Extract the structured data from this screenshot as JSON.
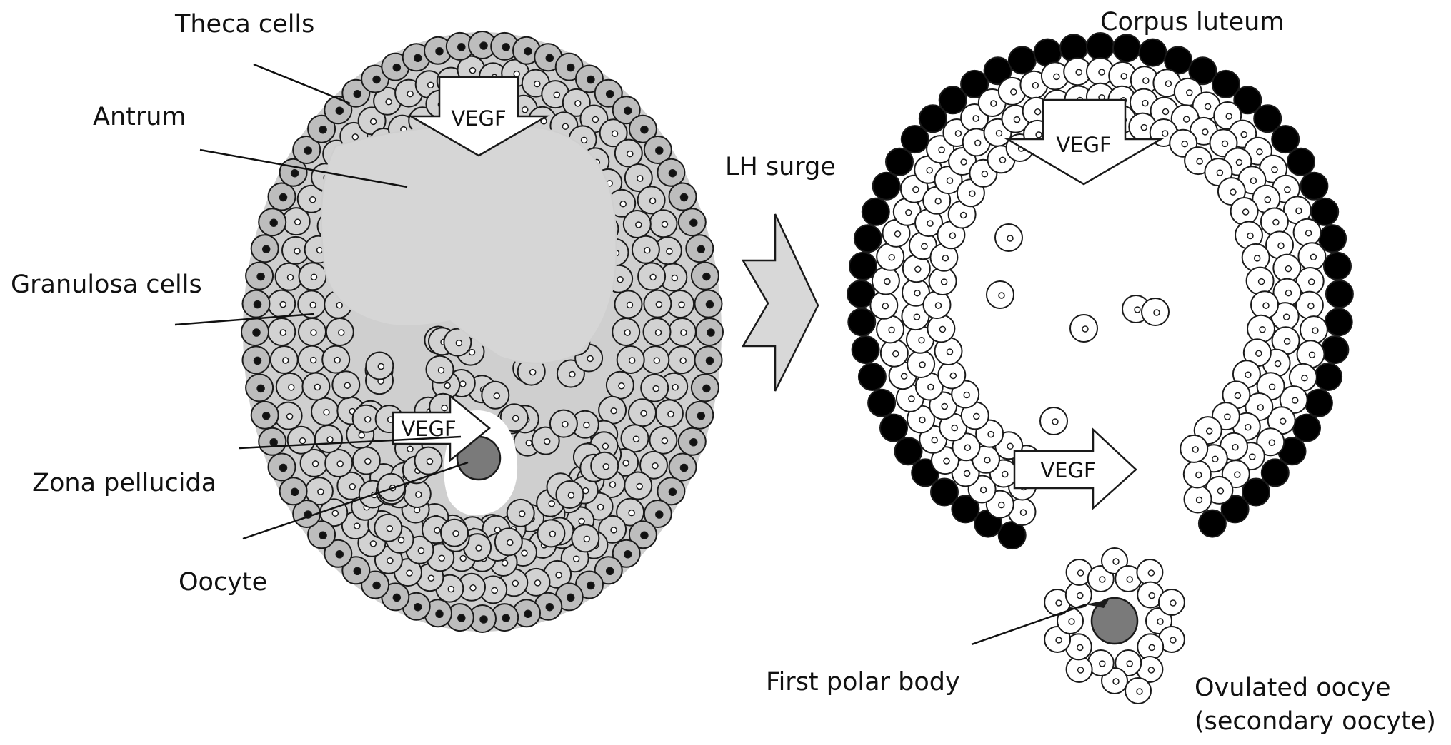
{
  "labels": {
    "theca_cells": "Theca cells",
    "antrum": "Antrum",
    "granulosa_cells": "Granulosa cells",
    "zona_pellucida": "Zona pellucida",
    "oocyte": "Oocyte",
    "lh_surge": "LH surge",
    "corpus_luteum": "Corpus luteum",
    "first_polar_body": "First polar body",
    "ovulated_oocyte_line1": "Ovulated oocye",
    "ovulated_oocyte_line2": "(secondary oocyte)"
  },
  "arrows": {
    "vegf_follicle_top": "VEGF",
    "vegf_follicle_cumulus": "VEGF",
    "vegf_corpus_top": "VEGF",
    "vegf_corpus_right": "VEGF"
  },
  "colors": {
    "antrum_fill": "#d6d6d6",
    "granulosa_fill": "#d2d2d2",
    "theca_fill": "#bdbdbd",
    "luteal_fill": "#000000",
    "oocyte_fill": "#7a7a7a",
    "arrow_fill": "#d8d8d8",
    "outline": "#1a1a1a"
  }
}
